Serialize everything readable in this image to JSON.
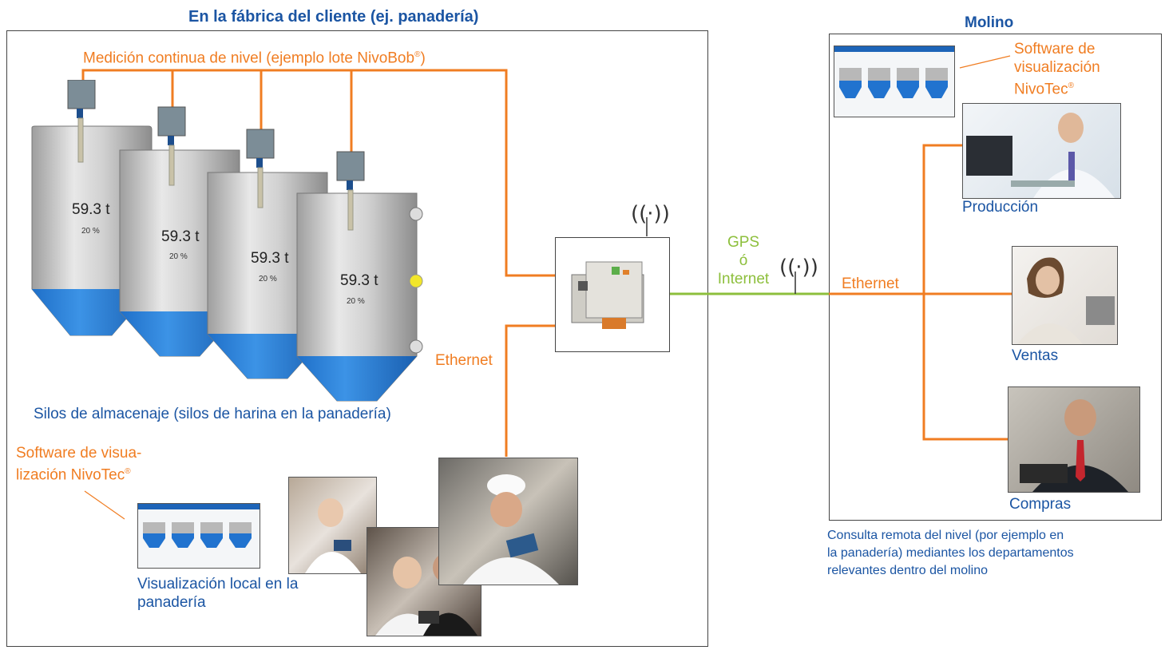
{
  "left_section": {
    "title": "En la fábrica del cliente (ej. panadería)",
    "measurement_label": "Medición continua de nivel (ejemplo lote NivoBob",
    "silo_value": "59.3 t",
    "silo_percent": "20 %",
    "silos_caption": "Silos de almacenaje (silos de harina en la panadería)",
    "software_label_line1": "Software de visua-",
    "software_label_line2": "lización NivoTec",
    "local_vis_line1": "Visualización local en la",
    "local_vis_line2": "panadería",
    "ethernet_label": "Ethernet"
  },
  "middle": {
    "gps_line1": "GPS",
    "gps_line2": "ó",
    "gps_line3": "Internet"
  },
  "right_section": {
    "title": "Molino",
    "software_line1": "Software de",
    "software_line2": "visualización",
    "software_line3": "NivoTec",
    "ethernet_label": "Ethernet",
    "dept_production": "Producción",
    "dept_sales": "Ventas",
    "dept_purchases": "Compras",
    "caption_line1": "Consulta remota del nivel (por ejemplo en",
    "caption_line2": "la panadería) mediantes los departamentos",
    "caption_line3": "relevantes dentro del molino"
  },
  "registered_mark": "®",
  "colors": {
    "ethernet_wire": "#f07d22",
    "internet_wire": "#8dbf3c",
    "title_blue": "#1b55a3",
    "silo_fill": "#2b7fd6"
  }
}
